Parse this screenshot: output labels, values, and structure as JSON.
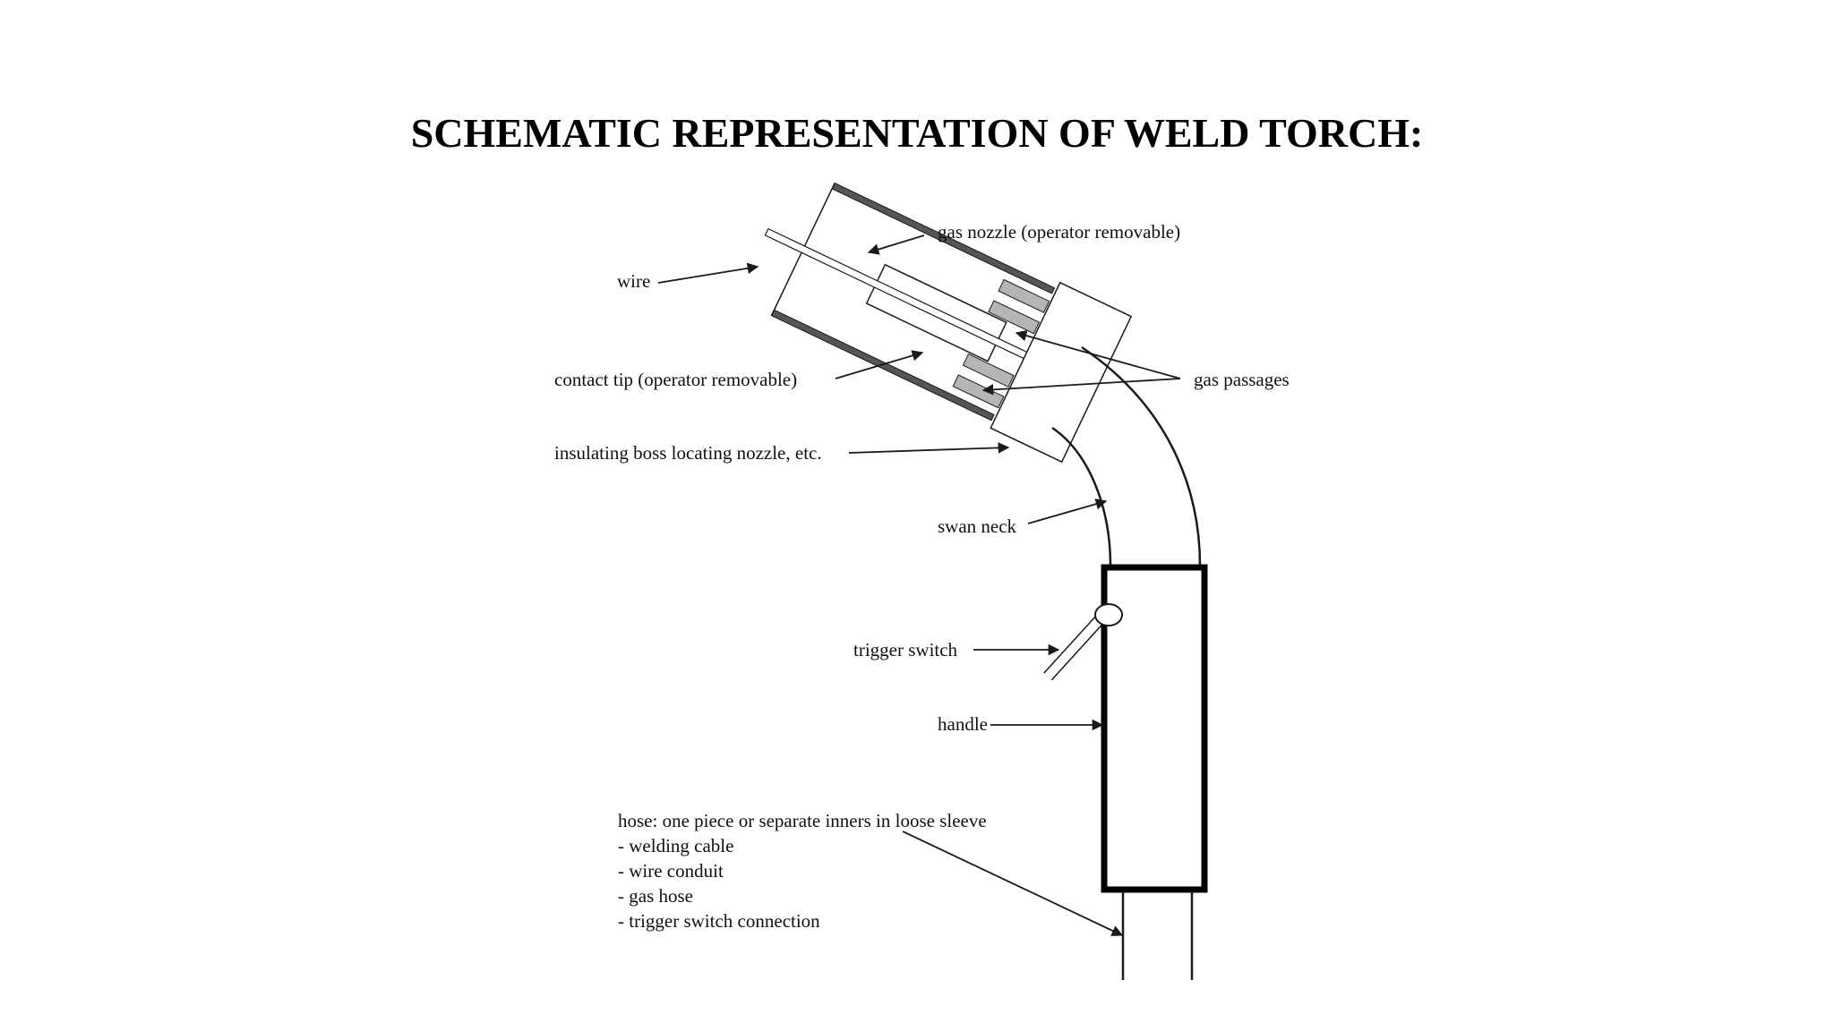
{
  "title": "SCHEMATIC REPRESENTATION OF WELD TORCH:",
  "labels": {
    "gas_nozzle": "gas nozzle (operator removable)",
    "wire": "wire",
    "contact_tip": "contact tip (operator removable)",
    "gas_passages": "gas passages",
    "insulating_boss": "insulating boss locating nozzle, etc.",
    "swan_neck": "swan neck",
    "trigger_switch": "trigger switch",
    "handle": "handle",
    "hose_lines": [
      "hose: one piece or separate inners in loose sleeve",
      "- welding cable",
      "- wire conduit",
      "- gas hose",
      "- trigger switch connection"
    ]
  },
  "colors": {
    "line": "#1a1a1a",
    "nozzle_wall": "#555555",
    "passage_fill": "#b5b5b5",
    "background": "#ffffff"
  }
}
